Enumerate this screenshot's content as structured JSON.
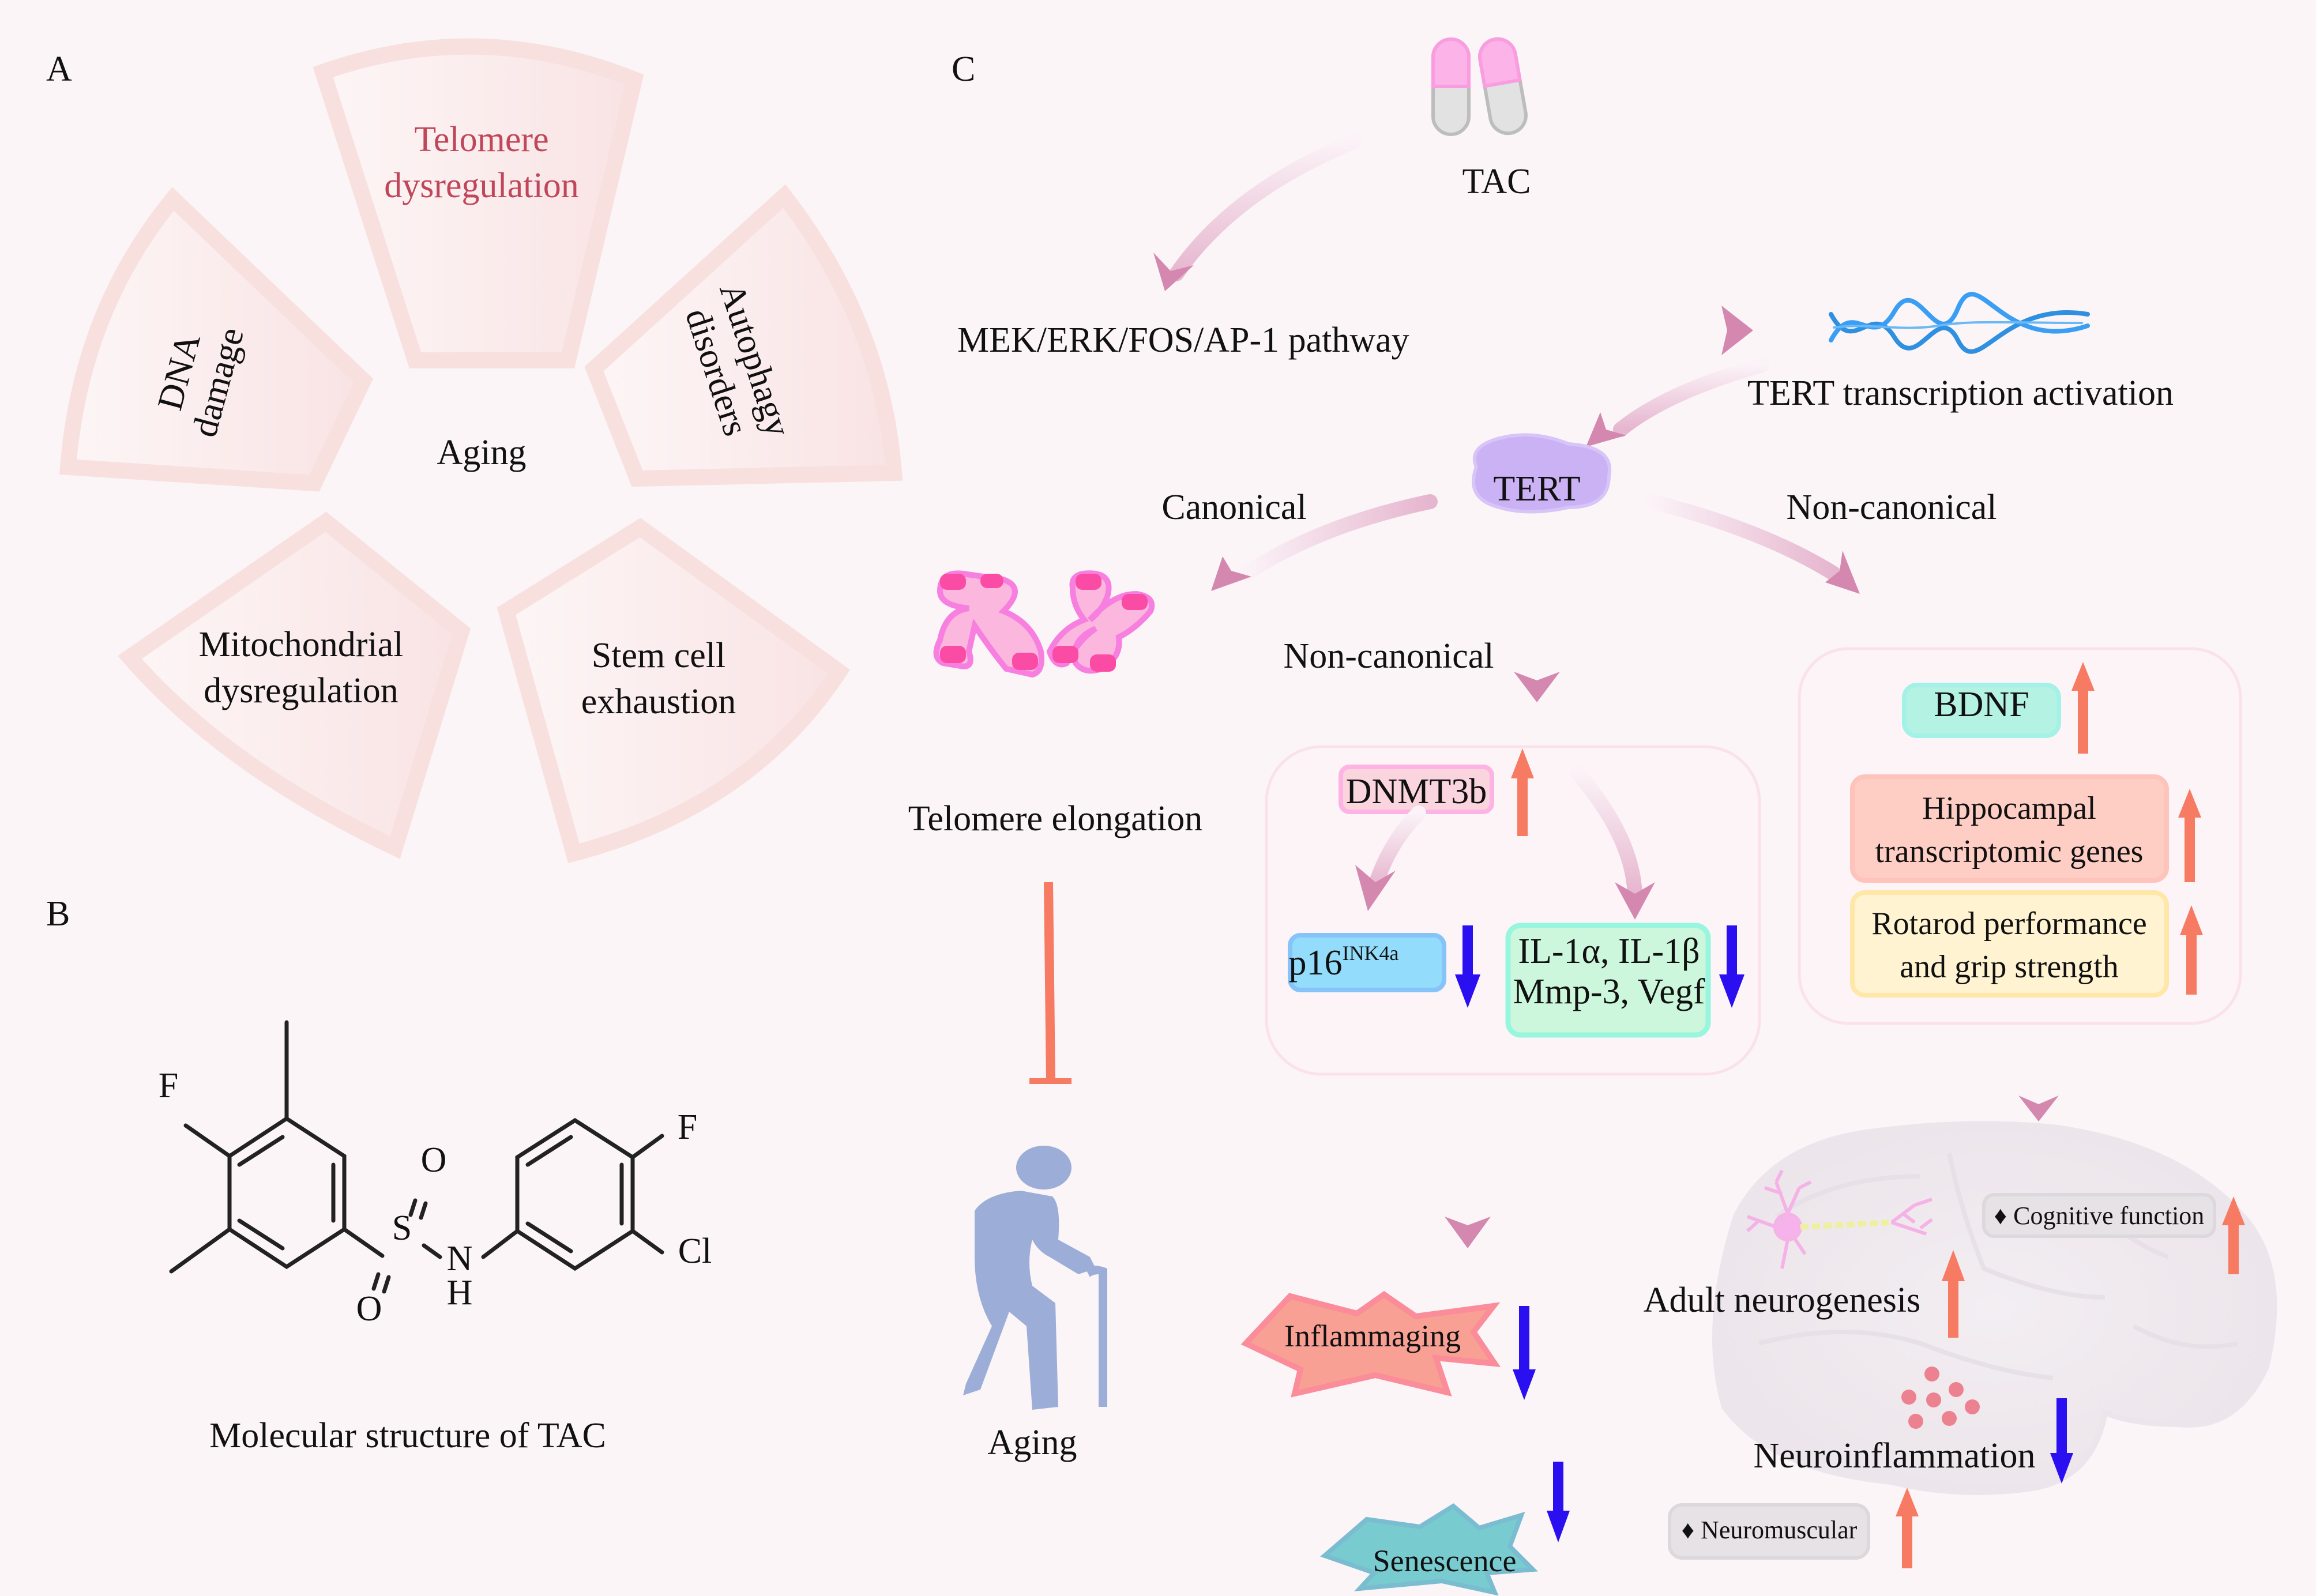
{
  "panels": {
    "a": "A",
    "b": "B",
    "c": "C"
  },
  "panel_a": {
    "center": "Aging",
    "sectors": [
      {
        "line1": "Telomere",
        "line2": "dysregulation",
        "color": "#c0465a"
      },
      {
        "line1": "DNA",
        "line2": "damage"
      },
      {
        "line1": "Autophagy",
        "line2": "disorders"
      },
      {
        "line1": "Mitochondrial",
        "line2": "dysregulation"
      },
      {
        "line1": "Stem cell",
        "line2": "exhaustion"
      }
    ]
  },
  "panel_b": {
    "caption": "Molecular structure of TAC",
    "atoms": {
      "f1": "F",
      "f2": "F",
      "o1": "O",
      "o2": "O",
      "s": "S",
      "n": "N",
      "h": "H",
      "cl": "Cl"
    }
  },
  "panel_c": {
    "tac": "TAC",
    "pathway": "MEK/ERK/FOS/AP-1 pathway",
    "tert_activation": "TERT transcription activation",
    "tert": "TERT",
    "canonical": "Canonical",
    "non_canonical_right": "Non-canonical",
    "non_canonical_middle": "Non-canonical",
    "telomere_elongation": "Telomere elongation",
    "aging": "Aging",
    "dnmt3b": "DNMT3b",
    "p16": "p16",
    "p16_sup": "INK4a",
    "il_line1": "IL-1α, IL-1β",
    "il_line2": "Mmp-3, Vegf",
    "inflammaging": "Inflammaging",
    "senescence": "Senescence",
    "bdnf": "BDNF",
    "hippo_line1": "Hippocampal",
    "hippo_line2": "transcriptomic genes",
    "rotarod_line1": "Rotarod performance",
    "rotarod_line2": "and grip strength",
    "adult_neurogenesis": "Adult neurogenesis",
    "cognitive_function": "♦ Cognitive function",
    "neuroinflammation": "Neuroinflammation",
    "neuromuscular": "♦ Neuromuscular",
    "colors": {
      "up_arrow": "#f77a62",
      "down_arrow": "#2a0ff0",
      "pathway_arrow": "#d488b0",
      "tert_blob": "#cbb2f5",
      "dnmt3b_box": "#fbd5de",
      "p16_box": "#93dcfb",
      "il_box": "#cdf7dc",
      "bdnf_box": "#b4f2e3",
      "hippo_box": "#fecdc4",
      "rotarod_box": "#fff3d2",
      "inflammaging_star": "#f9a094",
      "senescence_star": "#78cbcf",
      "aging_figure": "#9caed8"
    }
  }
}
